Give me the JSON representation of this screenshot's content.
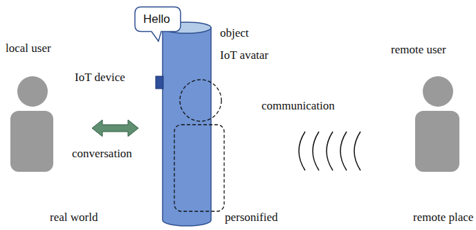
{
  "diagram": {
    "nodes": [
      {
        "text": [
          "Hello"
        ]
      }
    ],
    "labels": [
      "local user",
      "IoT device",
      "conversation",
      "real world",
      "object",
      "IoT avatar",
      "communication",
      "personified",
      "remote user",
      "remote place"
    ]
  }
}
